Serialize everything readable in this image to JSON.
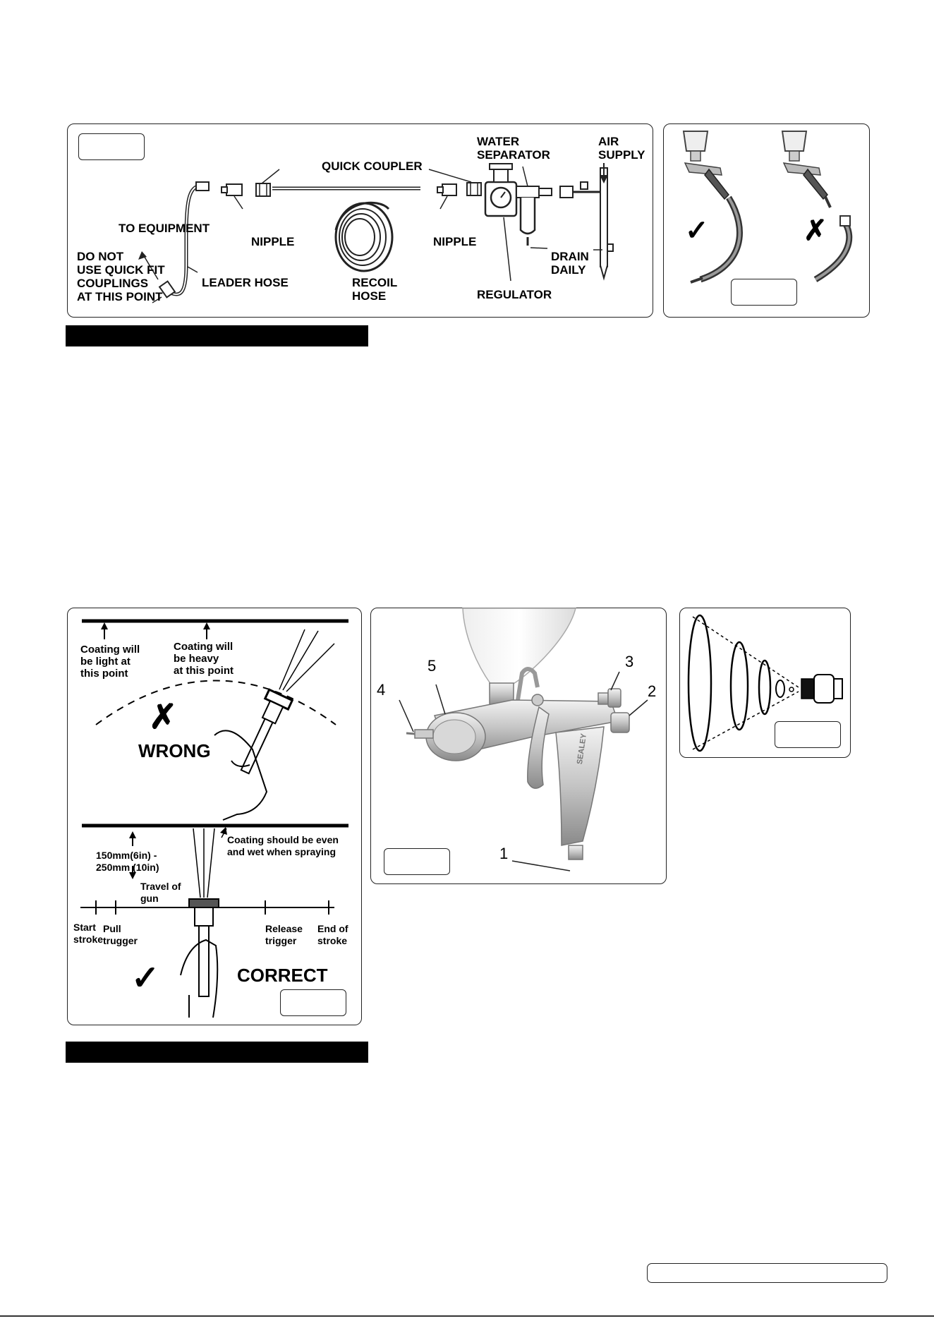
{
  "fig_hose": {
    "labels": {
      "water_separator": "WATER\nSEPARATOR",
      "air_supply": "AIR\nSUPPLY",
      "quick_coupler": "QUICK COUPLER",
      "to_equipment": "TO EQUIPMENT",
      "nipple_left": "NIPPLE",
      "nipple_right": "NIPPLE",
      "drain_daily": "DRAIN\nDAILY",
      "do_not": "DO NOT\nUSE QUICK FIT\nCOUPLINGS\nAT THIS POINT",
      "leader_hose": "LEADER HOSE",
      "recoil_hose": "RECOIL\nHOSE",
      "regulator": "REGULATOR"
    }
  },
  "fig_coupling": {
    "right_mark": "✓",
    "wrong_mark": "✗"
  },
  "fig_technique": {
    "light": "Coating will\nbe light at\nthis point",
    "heavy": "Coating will\nbe heavy\nat this point",
    "wrong_mark": "✗",
    "wrong": "WRONG",
    "distance": "150mm(6in) -\n250mm (10in)",
    "even": "Coating should be even\nand wet when spraying",
    "travel": "Travel of\ngun",
    "start": "Start\nstroke",
    "pull": "Pull\ntrugger",
    "release": "Release\ntrigger",
    "end": "End of\nstroke",
    "correct_mark": "✓",
    "correct": "CORRECT"
  },
  "fig_gun": {
    "n1": "1",
    "n2": "2",
    "n3": "3",
    "n4": "4",
    "n5": "5",
    "brand": "SEALEY"
  }
}
